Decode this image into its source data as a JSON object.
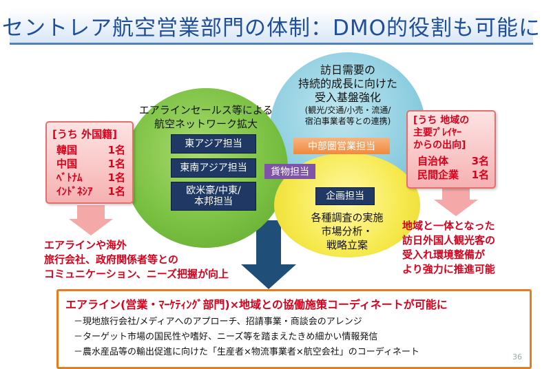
{
  "title": "セントレア航空営業部門の体制：DMO的役割も可能に",
  "circles": {
    "airline": {
      "line1": "エアラインセールス等による",
      "line2": "航空ネットワーク拡大"
    },
    "inbound": {
      "line1": "訪日需要の",
      "line2": "持続的成長に向けた",
      "line3": "受入基盤強化",
      "line4": "(観光/交通/小売・流通/",
      "line5": "宿泊事業者等との連携)"
    },
    "planning": {
      "line1": "各種調査の実施",
      "line2": "市場分析・",
      "line3": "戦略立案"
    }
  },
  "boxes": {
    "east_asia": "東アジア担当",
    "southeast_asia": "東南アジア担当",
    "western": {
      "line1": "欧米豪/中東/",
      "line2": "本邦担当"
    },
    "chubu_sales": "中部圏営業担当",
    "cargo": "貨物担当",
    "planning": "企画担当"
  },
  "left_panel": {
    "title": "[うち 外国籍]",
    "rows": [
      {
        "label": "韓国",
        "value": "1名"
      },
      {
        "label": "中国",
        "value": "1名"
      },
      {
        "label": "ﾍﾞﾄﾅﾑ",
        "value": "1名"
      },
      {
        "label": "ｲﾝﾄﾞﾈｼｱ",
        "value": "1名"
      }
    ]
  },
  "right_panel": {
    "title1": "[うち 地域の",
    "title2": "主要ﾌﾟﾚｲﾔｰ",
    "title3": "からの出向]",
    "rows": [
      {
        "label": "自治体",
        "value": "3名"
      },
      {
        "label": "民間企業",
        "value": "1名"
      }
    ]
  },
  "left_result": {
    "line1": "エアラインや海外",
    "line2": "旅行会社、政府関係者等との",
    "line3": "コミュニケーション、ニーズ把握が向上"
  },
  "right_result": {
    "line1": "地域と一体となった",
    "line2": "訪日外国人観光客の",
    "line3": "受入れ環境整備が",
    "line4": "より強力に推進可能"
  },
  "bottom": {
    "headline": "エアライン(営業・ﾏｰｹﾃｨﾝｸﾞ部門)×地域との協働施策コーディネートが可能に",
    "bullets": [
      "－現地旅行会社/メディアへのアプローチ、招請事業・商談会のアレンジ",
      "－ターゲット市場の国民性や嗜好、ニーズ等を踏まえたきめ細かい情報発信",
      "－農水産品等の輸出促進に向けた「生産者×物流事業者×航空会社」のコーディネート"
    ]
  },
  "page_number": "36",
  "colors": {
    "title": "#1f4e9b",
    "green_circle": "#7bc143",
    "blue_circle": "#8ccde0",
    "yellow_circle": "#f6e94d",
    "navy_box": "#1f3864",
    "orange_box": "#f08a3c",
    "purple_box": "#7f53a8",
    "red_text": "#d9001b",
    "panel_border": "#e57c1e"
  }
}
